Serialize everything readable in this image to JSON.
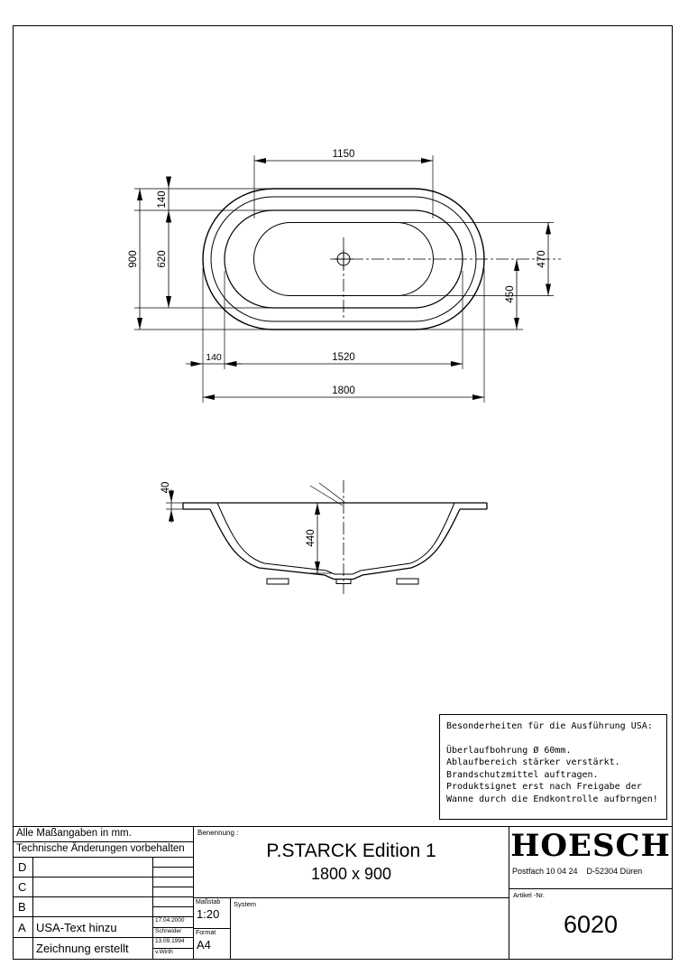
{
  "top_view": {
    "dims": {
      "width_basin": "1150",
      "offset_top": "140",
      "overall_depth": "900",
      "inner_depth": "620",
      "basin_depth": "470",
      "half_depth": "450",
      "offset_left": "140",
      "inner_width": "1520",
      "overall_width": "1800"
    }
  },
  "section_view": {
    "dims": {
      "rim_height": "40",
      "tub_depth": "440"
    }
  },
  "notes": {
    "heading": "Besonderheiten für die Ausführung USA:",
    "lines": [
      "Überlaufbohrung Ø 60mm.",
      "Ablaufbereich stärker verstärkt.",
      "Brandschutzmittel auftragen.",
      "Produktsignet erst nach Freigabe der",
      "Wanne durch die Endkontrolle aufbrngen!"
    ]
  },
  "title_block": {
    "note_line1": "Alle Maßangaben in mm.",
    "note_line2": "Technische Änderungen vorbehalten",
    "benennung_label": "Benennung :",
    "title": "P.STARCK Edition 1",
    "subtitle": "1800 x 900",
    "massstab_label": "Maßstab",
    "massstab_value": "1:20",
    "system_label": "System",
    "format_label": "Format",
    "format_value": "A4",
    "brand": "HOESCH",
    "address": "Postfach 10 04 24    D-52304 Düren",
    "artikel_label": "Artikel -Nr.",
    "artikel_value": "6020",
    "revisions": [
      {
        "letter": "D",
        "text": "",
        "date": "",
        "name": ""
      },
      {
        "letter": "C",
        "text": "",
        "date": "",
        "name": ""
      },
      {
        "letter": "B",
        "text": "",
        "date": "",
        "name": ""
      },
      {
        "letter": "A",
        "text": "USA-Text hinzu",
        "date": "17.04.2000",
        "name": "Schneider"
      },
      {
        "letter": "",
        "text": "Zeichnung erstellt",
        "date": "13.09.1994",
        "name": "v.Wirth"
      }
    ]
  }
}
